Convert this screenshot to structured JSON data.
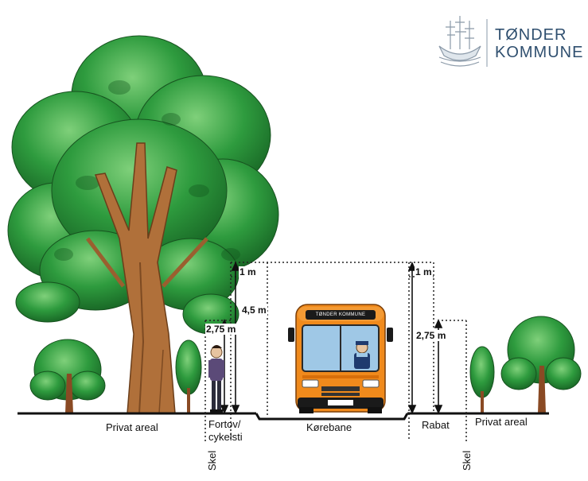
{
  "logo": {
    "line1": "TØNDER",
    "line2": "KOMMUNE",
    "color": "#2f4f6f",
    "icon": "ship-seal-icon"
  },
  "bus": {
    "header_text": "TØNDER KOMMUNE",
    "color": "#f08a1c"
  },
  "labels": {
    "privat_left": "Privat areal",
    "fortov_line1": "Fortov/",
    "fortov_line2": "cykelsti",
    "korebane": "Kørebane",
    "rabat": "Rabat",
    "privat_right": "Privat areal",
    "skel_left": "Skel",
    "skel_right": "Skel"
  },
  "dimensions": {
    "left_top": "1 m",
    "left_total": "4,5 m",
    "left_person": "2,75 m",
    "right_top": "1 m",
    "right_person": "2,75 m"
  },
  "colors": {
    "foliage_dark": "#1f7a2e",
    "foliage_mid": "#2e9b3e",
    "foliage_light": "#6cc36b",
    "trunk": "#b0703a",
    "ground": "#111111"
  }
}
